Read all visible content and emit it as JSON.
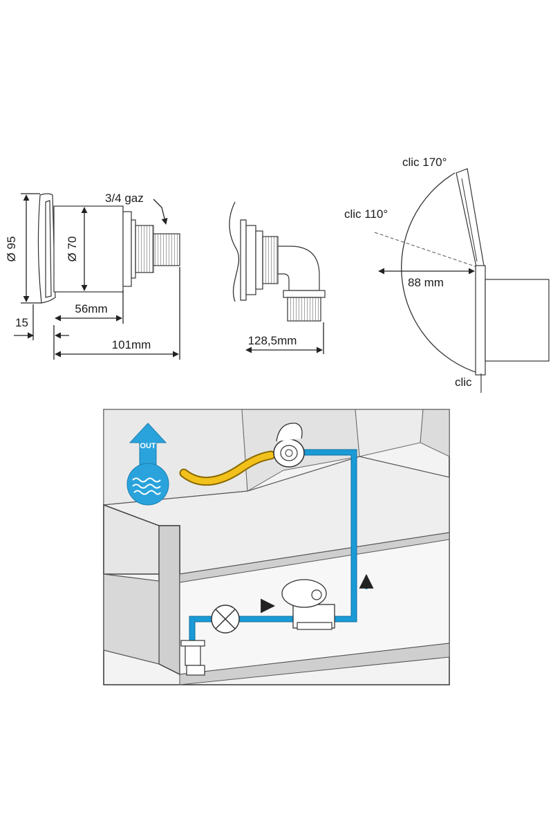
{
  "dimensions_view": {
    "diameter_outer": "Ø 95",
    "diameter_inner": "Ø 70",
    "thread_label": "3/4 gaz",
    "depth_body": "56mm",
    "flange_thickness": "15",
    "total_length": "101mm"
  },
  "elbow_view": {
    "length_label": "128,5mm"
  },
  "lid_view": {
    "angle_open_max": "clic 170°",
    "angle_open_mid": "clic 110°",
    "clearance": "88 mm",
    "closed": "clic"
  },
  "installation_view": {
    "out_badge": "OUT",
    "colors": {
      "pipe": "#1a9ad6",
      "hose": "#f2c11c",
      "badge": "#2aa3dc"
    }
  }
}
